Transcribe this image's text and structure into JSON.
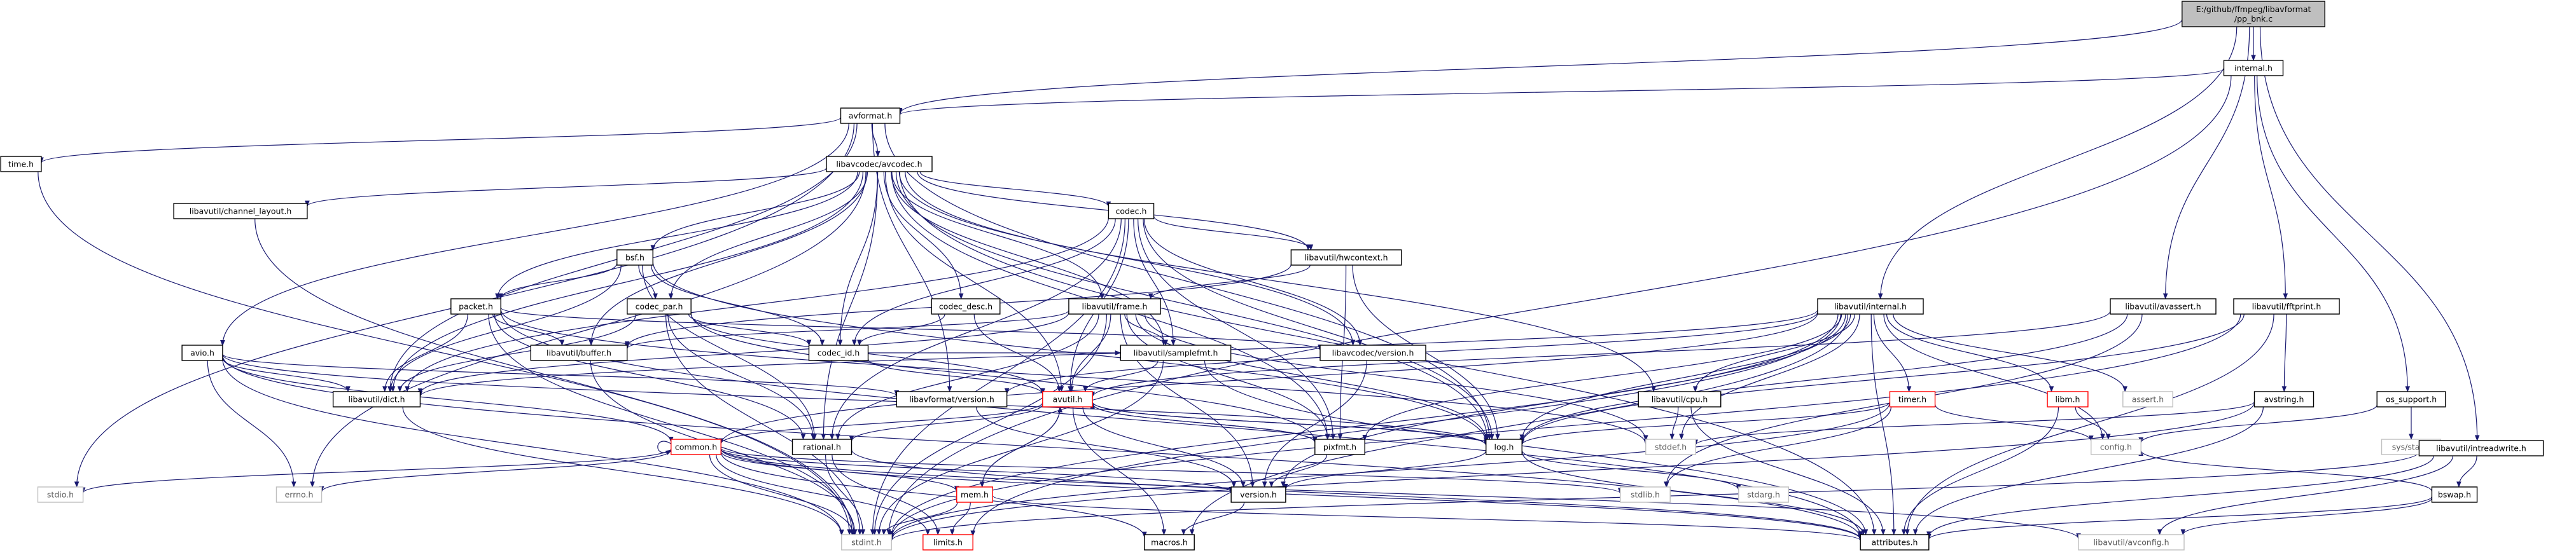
{
  "colors": {
    "edge": "#191970",
    "node_border": "#000000",
    "gray_border": "#bfbfbf",
    "red_border": "#ff0000",
    "root_fill": "#bfbfbf",
    "node_fill": "#ffffff",
    "text": "#000000",
    "muted_text": "#595959"
  },
  "nodes": [
    {
      "id": "root",
      "label": "E:/github/ffmpeg/libavformat\n/pp_bnk.c",
      "style": "root"
    },
    {
      "id": "internal",
      "label": "internal.h",
      "style": "normal"
    },
    {
      "id": "avformat",
      "label": "avformat.h",
      "style": "normal"
    },
    {
      "id": "time",
      "label": "time.h",
      "style": "normal"
    },
    {
      "id": "avcodec",
      "label": "libavcodec/avcodec.h",
      "style": "normal"
    },
    {
      "id": "chlayout",
      "label": "libavutil/channel_layout.h",
      "style": "normal"
    },
    {
      "id": "codec",
      "label": "codec.h",
      "style": "normal"
    },
    {
      "id": "bsf",
      "label": "bsf.h",
      "style": "normal"
    },
    {
      "id": "hwcontext",
      "label": "libavutil/hwcontext.h",
      "style": "normal"
    },
    {
      "id": "packet",
      "label": "packet.h",
      "style": "normal"
    },
    {
      "id": "codecpar",
      "label": "codec_par.h",
      "style": "normal"
    },
    {
      "id": "codecdesc",
      "label": "codec_desc.h",
      "style": "normal"
    },
    {
      "id": "frame",
      "label": "libavutil/frame.h",
      "style": "normal"
    },
    {
      "id": "buffer",
      "label": "libavutil/buffer.h",
      "style": "normal"
    },
    {
      "id": "codecid",
      "label": "codec_id.h",
      "style": "normal"
    },
    {
      "id": "samplefmt",
      "label": "libavutil/samplefmt.h",
      "style": "normal"
    },
    {
      "id": "lavcversion",
      "label": "libavcodec/version.h",
      "style": "normal"
    },
    {
      "id": "avio",
      "label": "avio.h",
      "style": "normal"
    },
    {
      "id": "dict",
      "label": "libavutil/dict.h",
      "style": "normal"
    },
    {
      "id": "lavfversion",
      "label": "libavformat/version.h",
      "style": "normal"
    },
    {
      "id": "avutil",
      "label": "avutil.h",
      "style": "red"
    },
    {
      "id": "common",
      "label": "common.h",
      "style": "red"
    },
    {
      "id": "rational",
      "label": "rational.h",
      "style": "normal"
    },
    {
      "id": "pixfmt",
      "label": "pixfmt.h",
      "style": "normal"
    },
    {
      "id": "log",
      "label": "log.h",
      "style": "normal"
    },
    {
      "id": "stddef",
      "label": "stddef.h",
      "style": "gray"
    },
    {
      "id": "version",
      "label": "version.h",
      "style": "normal"
    },
    {
      "id": "stdio",
      "label": "stdio.h",
      "style": "gray"
    },
    {
      "id": "errno",
      "label": "errno.h",
      "style": "gray"
    },
    {
      "id": "mem",
      "label": "mem.h",
      "style": "red"
    },
    {
      "id": "stdint",
      "label": "stdint.h",
      "style": "gray"
    },
    {
      "id": "limits",
      "label": "limits.h",
      "style": "red"
    },
    {
      "id": "macros",
      "label": "macros.h",
      "style": "normal"
    },
    {
      "id": "attributes",
      "label": "attributes.h",
      "style": "normal"
    },
    {
      "id": "avconfig",
      "label": "libavutil/avconfig.h",
      "style": "gray"
    },
    {
      "id": "stdlib",
      "label": "stdlib.h",
      "style": "gray"
    },
    {
      "id": "stdarg",
      "label": "stdarg.h",
      "style": "gray"
    },
    {
      "id": "lavuinternal",
      "label": "libavutil/internal.h",
      "style": "normal"
    },
    {
      "id": "cpu",
      "label": "libavutil/cpu.h",
      "style": "normal"
    },
    {
      "id": "timer",
      "label": "timer.h",
      "style": "red"
    },
    {
      "id": "libm",
      "label": "libm.h",
      "style": "red"
    },
    {
      "id": "assert",
      "label": "assert.h",
      "style": "gray"
    },
    {
      "id": "config",
      "label": "config.h",
      "style": "gray"
    },
    {
      "id": "avassert",
      "label": "libavutil/avassert.h",
      "style": "normal"
    },
    {
      "id": "fftprint",
      "label": "libavutil/fftprint.h",
      "style": "normal"
    },
    {
      "id": "avstring",
      "label": "avstring.h",
      "style": "normal"
    },
    {
      "id": "ossupport",
      "label": "os_support.h",
      "style": "normal"
    },
    {
      "id": "sysstat",
      "label": "sys/stat.h",
      "style": "gray"
    },
    {
      "id": "intreadwrite",
      "label": "libavutil/intreadwrite.h",
      "style": "normal"
    },
    {
      "id": "bswap",
      "label": "bswap.h",
      "style": "normal"
    }
  ],
  "edges": [
    [
      "root",
      "internal"
    ],
    [
      "root",
      "avformat"
    ],
    [
      "root",
      "lavuinternal"
    ],
    [
      "root",
      "avassert"
    ],
    [
      "root",
      "intreadwrite"
    ],
    [
      "internal",
      "avformat"
    ],
    [
      "internal",
      "fftprint"
    ],
    [
      "internal",
      "ossupport"
    ],
    [
      "internal",
      "stdint"
    ],
    [
      "avformat",
      "time"
    ],
    [
      "avformat",
      "avcodec"
    ],
    [
      "avformat",
      "avio"
    ],
    [
      "avformat",
      "dict"
    ],
    [
      "avformat",
      "stdio"
    ],
    [
      "avformat",
      "lavfversion"
    ],
    [
      "avformat",
      "log"
    ],
    [
      "time",
      "stdint"
    ],
    [
      "avcodec",
      "chlayout"
    ],
    [
      "avcodec",
      "codec"
    ],
    [
      "avcodec",
      "bsf"
    ],
    [
      "avcodec",
      "hwcontext"
    ],
    [
      "avcodec",
      "packet"
    ],
    [
      "avcodec",
      "codecpar"
    ],
    [
      "avcodec",
      "codecdesc"
    ],
    [
      "avcodec",
      "frame"
    ],
    [
      "avcodec",
      "buffer"
    ],
    [
      "avcodec",
      "codecid"
    ],
    [
      "avcodec",
      "samplefmt"
    ],
    [
      "avcodec",
      "lavcversion"
    ],
    [
      "avcodec",
      "dict"
    ],
    [
      "avcodec",
      "avutil"
    ],
    [
      "avcodec",
      "rational"
    ],
    [
      "avcodec",
      "pixfmt"
    ],
    [
      "avcodec",
      "log"
    ],
    [
      "avcodec",
      "cpu"
    ],
    [
      "avcodec",
      "attributes"
    ],
    [
      "avcodec",
      "errno"
    ],
    [
      "chlayout",
      "stdint"
    ],
    [
      "codec",
      "hwcontext"
    ],
    [
      "codec",
      "codecid"
    ],
    [
      "codec",
      "samplefmt"
    ],
    [
      "codec",
      "lavcversion"
    ],
    [
      "codec",
      "avutil"
    ],
    [
      "codec",
      "rational"
    ],
    [
      "codec",
      "pixfmt"
    ],
    [
      "codec",
      "log"
    ],
    [
      "codec",
      "stdint"
    ],
    [
      "codec",
      "dict"
    ],
    [
      "bsf",
      "packet"
    ],
    [
      "bsf",
      "codecpar"
    ],
    [
      "bsf",
      "codecid"
    ],
    [
      "bsf",
      "dict"
    ],
    [
      "bsf",
      "rational"
    ],
    [
      "bsf",
      "log"
    ],
    [
      "hwcontext",
      "buffer"
    ],
    [
      "hwcontext",
      "frame"
    ],
    [
      "hwcontext",
      "log"
    ],
    [
      "hwcontext",
      "pixfmt"
    ],
    [
      "packet",
      "buffer"
    ],
    [
      "packet",
      "dict"
    ],
    [
      "packet",
      "rational"
    ],
    [
      "packet",
      "lavcversion"
    ],
    [
      "packet",
      "attributes"
    ],
    [
      "packet",
      "stddef"
    ],
    [
      "packet",
      "stdint"
    ],
    [
      "codecpar",
      "codecid"
    ],
    [
      "codecpar",
      "avutil"
    ],
    [
      "codecpar",
      "rational"
    ],
    [
      "codecpar",
      "pixfmt"
    ],
    [
      "codecpar",
      "stdint"
    ],
    [
      "codecpar",
      "dict"
    ],
    [
      "codecdesc",
      "codecid"
    ],
    [
      "codecdesc",
      "avutil"
    ],
    [
      "frame",
      "buffer"
    ],
    [
      "frame",
      "dict"
    ],
    [
      "frame",
      "samplefmt"
    ],
    [
      "frame",
      "avutil"
    ],
    [
      "frame",
      "rational"
    ],
    [
      "frame",
      "pixfmt"
    ],
    [
      "frame",
      "log"
    ],
    [
      "frame",
      "version"
    ],
    [
      "frame",
      "stddef"
    ],
    [
      "frame",
      "stdint"
    ],
    [
      "buffer",
      "stdint"
    ],
    [
      "codecid",
      "avutil"
    ],
    [
      "codecid",
      "samplefmt"
    ],
    [
      "samplefmt",
      "avutil"
    ],
    [
      "samplefmt",
      "attributes"
    ],
    [
      "samplefmt",
      "stdint"
    ],
    [
      "lavcversion",
      "version"
    ],
    [
      "avio",
      "dict"
    ],
    [
      "avio",
      "log"
    ],
    [
      "avio",
      "common"
    ],
    [
      "avio",
      "lavfversion"
    ],
    [
      "avio",
      "stdint"
    ],
    [
      "avio",
      "attributes"
    ],
    [
      "avio",
      "errno"
    ],
    [
      "dict",
      "stdint"
    ],
    [
      "lavfversion",
      "version"
    ],
    [
      "avutil",
      "common"
    ],
    [
      "avutil",
      "rational"
    ],
    [
      "avutil",
      "pixfmt"
    ],
    [
      "avutil",
      "log"
    ],
    [
      "avutil",
      "version"
    ],
    [
      "avutil",
      "macros"
    ],
    [
      "avutil",
      "mem"
    ],
    [
      "common",
      "stdio"
    ],
    [
      "common",
      "errno"
    ],
    [
      "common",
      "stdint"
    ],
    [
      "common",
      "limits"
    ],
    [
      "common",
      "stdlib"
    ],
    [
      "common",
      "mem"
    ],
    [
      "common",
      "attributes"
    ],
    [
      "common",
      "macros"
    ],
    [
      "common",
      "version"
    ],
    [
      "common",
      "avconfig"
    ],
    [
      "common",
      "common"
    ],
    [
      "rational",
      "stdint"
    ],
    [
      "rational",
      "limits"
    ],
    [
      "rational",
      "attributes"
    ],
    [
      "pixfmt",
      "version"
    ],
    [
      "pixfmt",
      "avutil"
    ],
    [
      "log",
      "stdarg"
    ],
    [
      "log",
      "avutil"
    ],
    [
      "log",
      "attributes"
    ],
    [
      "log",
      "version"
    ],
    [
      "version",
      "macros"
    ],
    [
      "mem",
      "attributes"
    ],
    [
      "mem",
      "limits"
    ],
    [
      "mem",
      "stdint"
    ],
    [
      "mem",
      "avutil"
    ],
    [
      "lavuinternal",
      "dict"
    ],
    [
      "lavuinternal",
      "pixfmt"
    ],
    [
      "lavuinternal",
      "cpu"
    ],
    [
      "lavuinternal",
      "timer"
    ],
    [
      "lavuinternal",
      "libm"
    ],
    [
      "lavuinternal",
      "assert"
    ],
    [
      "lavuinternal",
      "config"
    ],
    [
      "lavuinternal",
      "stddef"
    ],
    [
      "lavuinternal",
      "stdint"
    ],
    [
      "lavuinternal",
      "limits"
    ],
    [
      "lavuinternal",
      "macros"
    ],
    [
      "lavuinternal",
      "attributes"
    ],
    [
      "lavuinternal",
      "version"
    ],
    [
      "lavuinternal",
      "log"
    ],
    [
      "lavuinternal",
      "common"
    ],
    [
      "lavuinternal",
      "lavfversion"
    ],
    [
      "cpu",
      "stddef"
    ],
    [
      "cpu",
      "attributes"
    ],
    [
      "timer",
      "config"
    ],
    [
      "timer",
      "log"
    ],
    [
      "timer",
      "stdlib"
    ],
    [
      "timer",
      "stdint"
    ],
    [
      "libm",
      "config"
    ],
    [
      "libm",
      "attributes"
    ],
    [
      "avassert",
      "stdlib"
    ],
    [
      "avassert",
      "log"
    ],
    [
      "avassert",
      "avutil"
    ],
    [
      "fftprint",
      "avstring"
    ],
    [
      "fftprint",
      "attributes"
    ],
    [
      "fftprint",
      "stdint"
    ],
    [
      "fftprint",
      "log"
    ],
    [
      "avstring",
      "stddef"
    ],
    [
      "avstring",
      "stdint"
    ],
    [
      "avstring",
      "attributes"
    ],
    [
      "ossupport",
      "config"
    ],
    [
      "ossupport",
      "sysstat"
    ],
    [
      "intreadwrite",
      "bswap"
    ],
    [
      "intreadwrite",
      "stdint"
    ],
    [
      "intreadwrite",
      "avconfig"
    ],
    [
      "intreadwrite",
      "attributes"
    ],
    [
      "bswap",
      "config"
    ],
    [
      "bswap",
      "avconfig"
    ],
    [
      "bswap",
      "attributes"
    ]
  ]
}
